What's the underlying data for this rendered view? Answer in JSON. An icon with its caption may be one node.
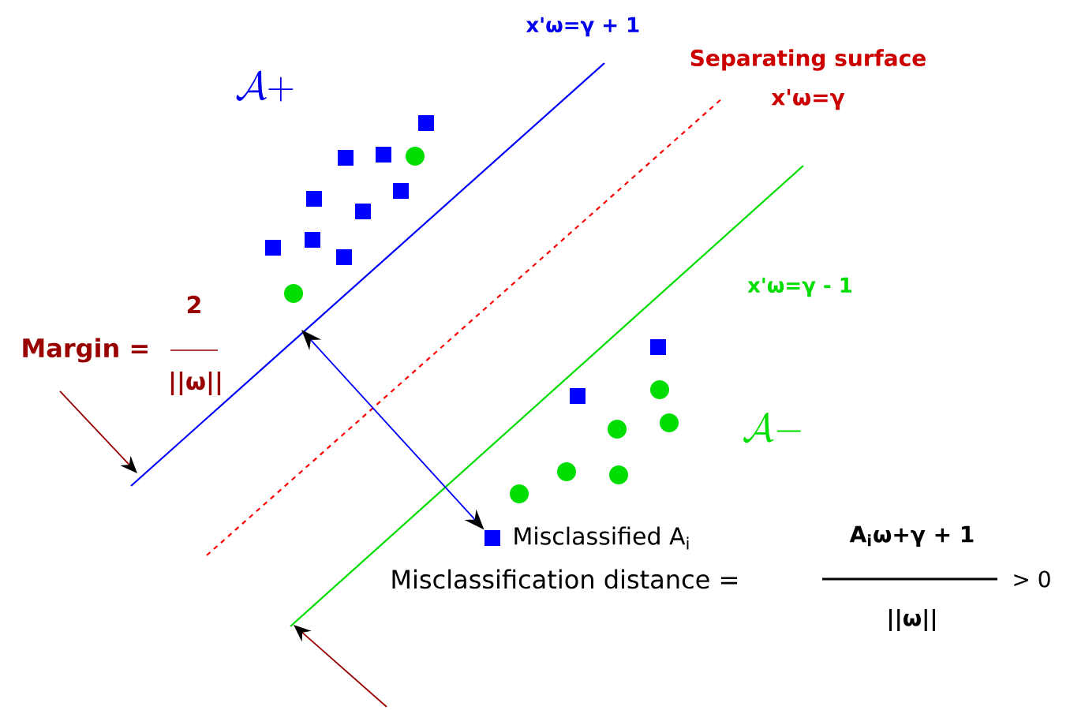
{
  "diagram": {
    "nodes": [
      {
        "text": [],
        "shape": "box"
      },
      {
        "text": [],
        "shape": "box"
      },
      {
        "text": [],
        "shape": "circle"
      },
      {
        "text": [],
        "shape": "box"
      },
      {
        "text": [],
        "shape": "box"
      },
      {
        "text": [],
        "shape": "box"
      },
      {
        "text": [],
        "shape": "box"
      },
      {
        "text": [],
        "shape": "box"
      },
      {
        "text": [],
        "shape": "box"
      },
      {
        "text": [],
        "shape": "box"
      },
      {
        "text": [],
        "shape": "circle"
      },
      {
        "text": [],
        "shape": "box"
      },
      {
        "text": [],
        "shape": "circle"
      },
      {
        "text": [],
        "shape": "box"
      },
      {
        "text": [],
        "shape": "circle"
      },
      {
        "text": [],
        "shape": "circle"
      },
      {
        "text": [],
        "shape": "circle"
      },
      {
        "text": [],
        "shape": "circle"
      },
      {
        "text": [],
        "shape": "circle"
      },
      {
        "text": [],
        "shape": "box",
        "beside": [
          "Misclassified A$_{i}$"
        ]
      }
    ],
    "edges": [
      {
        "from": null,
        "to": 19,
        "arrow": "both",
        "color": "#0000ff"
      }
    ],
    "labels": [
      "x'ω=γ + 1",
      "\\mathcal{A}+",
      "Separating surface",
      "x'ω=γ",
      "x'ω=γ - 1",
      "Margin =",
      "2",
      "||ω||",
      "\\mathcal{A}-",
      "Misclassification distance =",
      "A$_{i}$ω+γ + 1",
      "||ω||",
      "> 0"
    ]
  }
}
